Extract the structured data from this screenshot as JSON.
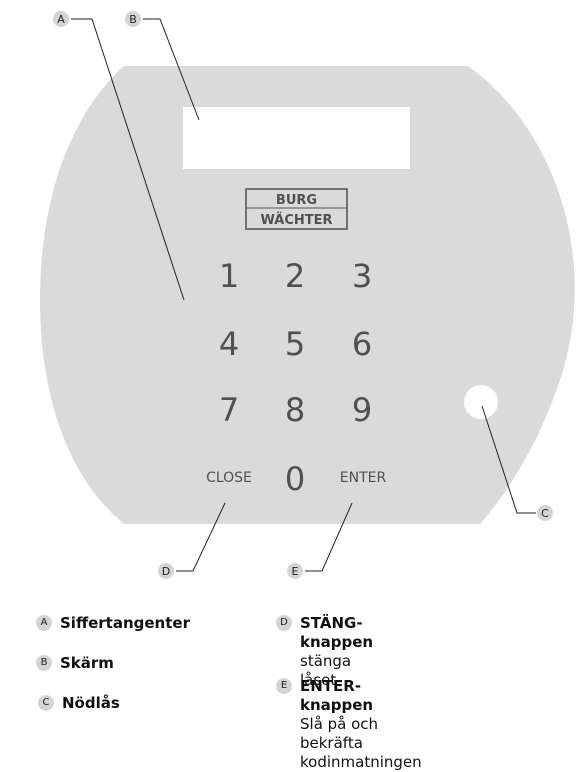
{
  "logo": {
    "line1": "BURG",
    "line2": "WÄCHTER"
  },
  "keypad": {
    "keys": [
      "1",
      "2",
      "3",
      "4",
      "5",
      "6",
      "7",
      "8",
      "9"
    ],
    "close_label": "CLOSE",
    "zero_label": "0",
    "enter_label": "ENTER"
  },
  "callouts": {
    "a": "A",
    "b": "B",
    "c": "C",
    "d": "D",
    "e": "E"
  },
  "legend": {
    "a": {
      "letter": "A",
      "title": "Siffertangenter"
    },
    "b": {
      "letter": "B",
      "title": "Skärm"
    },
    "c": {
      "letter": "C",
      "title": "Nödlås"
    },
    "d": {
      "letter": "D",
      "title": "STÄNG-knappen",
      "desc": "stänga låset"
    },
    "e": {
      "letter": "E",
      "title": "ENTER-knappen",
      "desc_line1": "Slå på och bekräfta",
      "desc_line2": "kodinmatningen"
    }
  },
  "colors": {
    "panel": "#dadada",
    "screen": "#ffffff",
    "key_text": "#505050"
  }
}
